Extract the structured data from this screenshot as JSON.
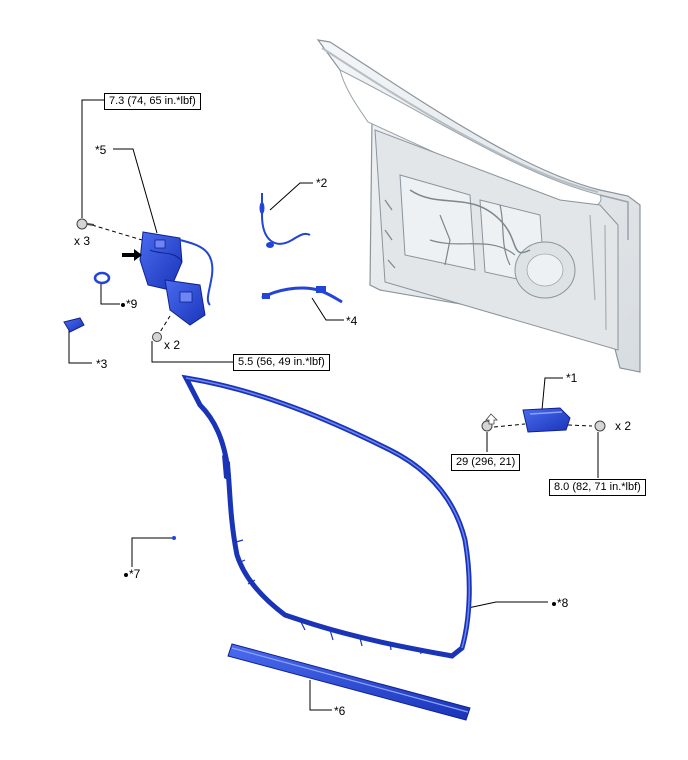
{
  "callouts": {
    "c1": "*1",
    "c2": "*2",
    "c3": "*3",
    "c4": "*4",
    "c5": "*5",
    "c6": "*6",
    "c7": "*7",
    "c8": "*8",
    "c9": "*9"
  },
  "torques": {
    "t1": "7.3 (74, 65 in.*lbf)",
    "t2": "5.5 (56, 49 in.*lbf)",
    "t3": "29 (296, 21)",
    "t4": "8.0 (82, 71 in.*lbf)"
  },
  "quantities": {
    "q1": "x 3",
    "q2": "x 2",
    "q3": "x 2"
  },
  "colors": {
    "part_blue": "#2244d8",
    "part_dark": "#1530a8",
    "door_body": "#e8ecef",
    "line": "#000000"
  }
}
